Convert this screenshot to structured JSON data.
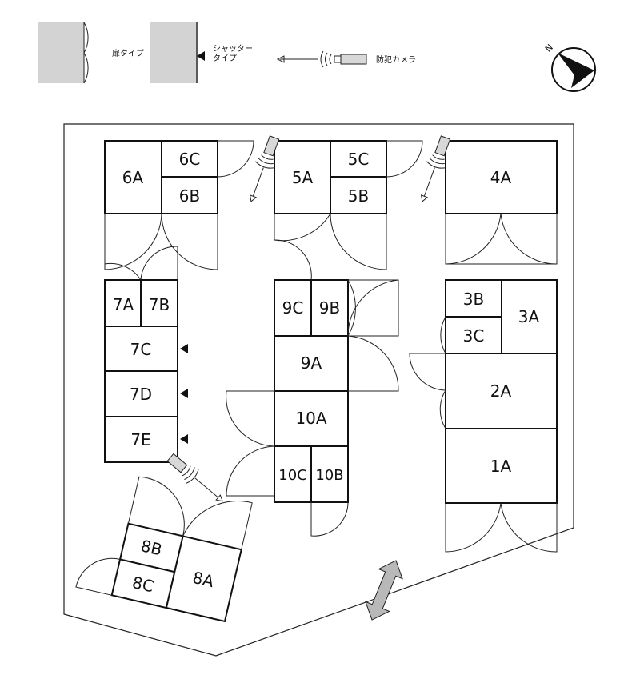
{
  "legend": {
    "door_type": "扉タイプ",
    "shutter_type_line1": "シャッター",
    "shutter_type_line2": "タイプ",
    "camera": "防犯カメラ",
    "compass_n": "N"
  },
  "units": {
    "u6A": "6A",
    "u6B": "6B",
    "u6C": "6C",
    "u5A": "5A",
    "u5B": "5B",
    "u5C": "5C",
    "u4A": "4A",
    "u7A": "7A",
    "u7B": "7B",
    "u7C": "7C",
    "u7D": "7D",
    "u7E": "7E",
    "u9A": "9A",
    "u9B": "9B",
    "u9C": "9C",
    "u10A": "10A",
    "u10B": "10B",
    "u10C": "10C",
    "u3A": "3A",
    "u3B": "3B",
    "u3C": "3C",
    "u2A": "2A",
    "u1A": "1A",
    "u8A": "8A",
    "u8B": "8B",
    "u8C": "8C"
  },
  "colors": {
    "legend_fill": "#d3d3d3",
    "arrow_fill": "#b8b8b8",
    "line": "#111111"
  }
}
